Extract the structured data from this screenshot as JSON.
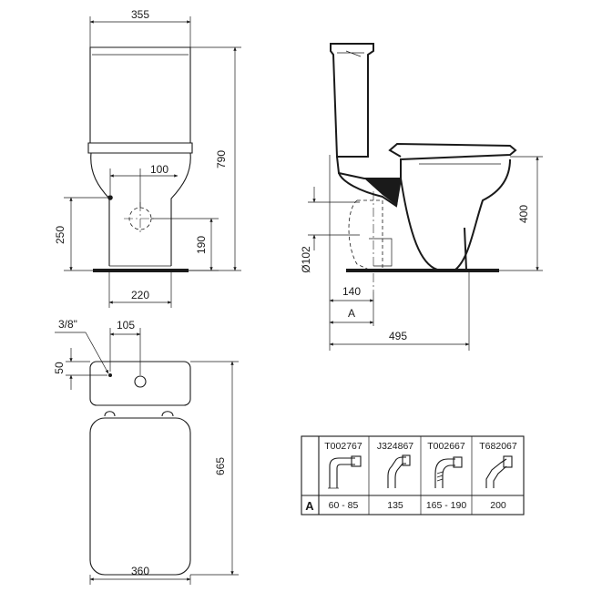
{
  "front_view": {
    "width_label": "355",
    "height_label": "790",
    "bowl_height_label": "250",
    "outlet_offset_label": "100",
    "outlet_height_label": "190",
    "foot_width_label": "220"
  },
  "side_view": {
    "seat_height_label": "400",
    "pipe_diameter_label": "Ø102",
    "outlet_distance_label": "140",
    "variable_label": "A",
    "depth_label": "495"
  },
  "top_view": {
    "thread_label": "3/8\"",
    "inlet_offset_label": "105",
    "inlet_depth_label": "50",
    "length_label": "665",
    "width_label": "360"
  },
  "connector_table": {
    "row_label": "A",
    "columns": [
      {
        "code": "T002767",
        "value": "60 - 85",
        "icon": "straight-pan-connector-icon"
      },
      {
        "code": "J324867",
        "value": "135",
        "icon": "offset-pan-connector-icon"
      },
      {
        "code": "T002667",
        "value": "165 - 190",
        "icon": "flexible-pan-connector-icon"
      },
      {
        "code": "T682067",
        "value": "200",
        "icon": "angled-pan-connector-icon"
      }
    ]
  }
}
